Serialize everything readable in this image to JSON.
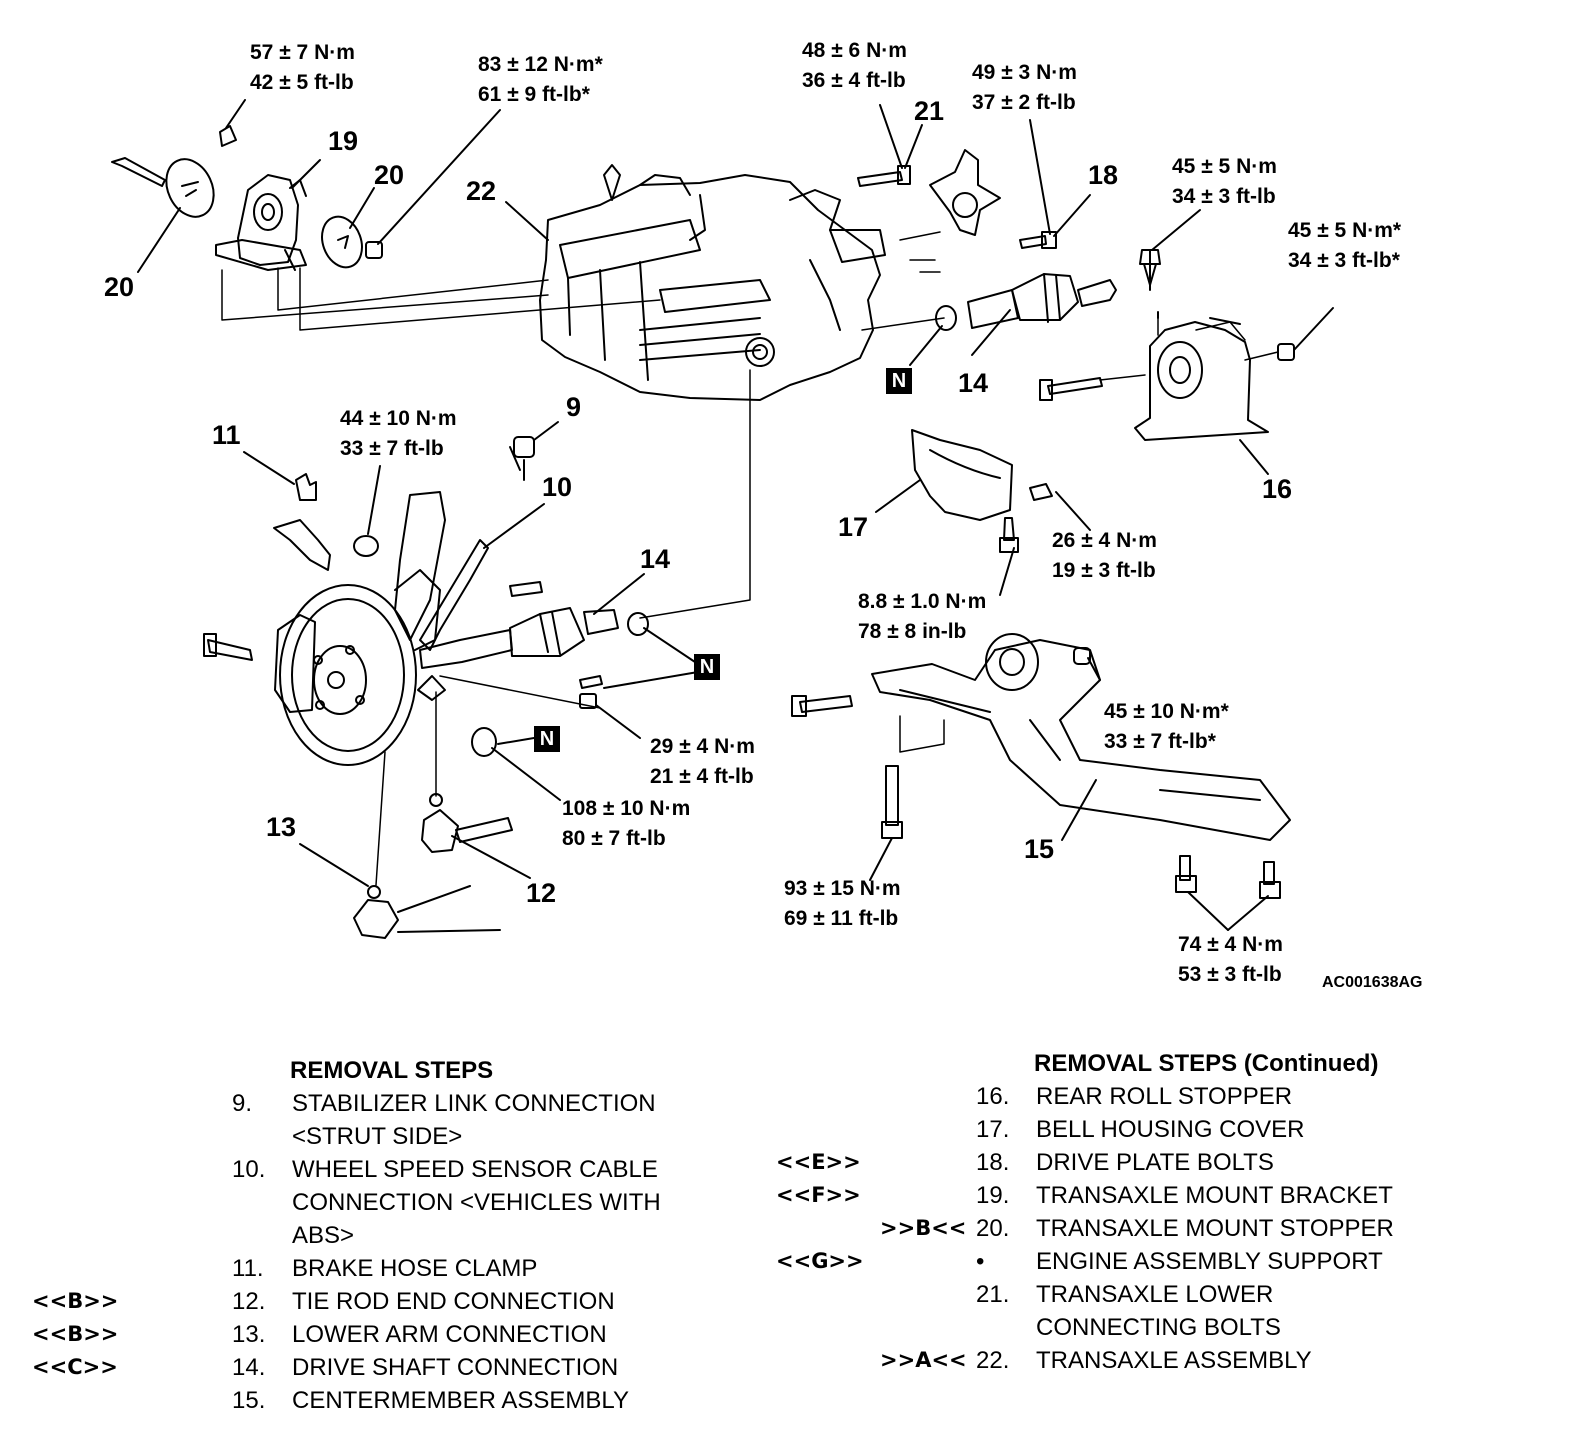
{
  "diagram_id": "AC001638AG",
  "torques": {
    "t57": [
      "57 ± 7 N·m",
      "42 ± 5 ft-lb"
    ],
    "t83": [
      "83 ± 12 N·m*",
      "61 ± 9 ft-lb*"
    ],
    "t48": [
      "48 ± 6 N·m",
      "36 ± 4 ft-lb"
    ],
    "t49": [
      "49 ± 3 N·m",
      "37 ± 2 ft-lb"
    ],
    "t45a": [
      "45 ± 5 N·m",
      "34 ± 3 ft-lb"
    ],
    "t45b": [
      "45 ± 5 N·m*",
      "34 ± 3 ft-lb*"
    ],
    "t44": [
      "44 ± 10 N·m",
      "33 ± 7 ft-lb"
    ],
    "t26": [
      "26 ± 4 N·m",
      "19 ± 3 ft-lb"
    ],
    "t88": [
      "8.8 ± 1.0 N·m",
      "78 ± 8 in-lb"
    ],
    "t45c": [
      "45 ± 10 N·m*",
      "33 ± 7 ft-lb*"
    ],
    "t29": [
      "29 ± 4 N·m",
      "21 ± 4 ft-lb"
    ],
    "t108": [
      "108 ± 10 N·m",
      "80 ± 7 ft-lb"
    ],
    "t93": [
      "93 ± 15 N·m",
      "69 ± 11 ft-lb"
    ],
    "t74": [
      "74 ± 4 N·m",
      "53 ± 3 ft-lb"
    ]
  },
  "callouts": {
    "c19": "19",
    "c20a": "20",
    "c20b": "20",
    "c22": "22",
    "c21": "21",
    "c18": "18",
    "c14a": "14",
    "c14b": "14",
    "c9": "9",
    "c11": "11",
    "c10": "10",
    "c16": "16",
    "c17": "17",
    "c13": "13",
    "c12": "12",
    "c15": "15"
  },
  "n_mark": "N",
  "removal_steps": {
    "title": "REMOVAL STEPS",
    "items": [
      {
        "num": "9.",
        "lines": [
          "STABILIZER LINK CONNECTION",
          "<STRUT SIDE>"
        ],
        "prefix": ""
      },
      {
        "num": "10.",
        "lines": [
          "WHEEL SPEED SENSOR CABLE",
          "CONNECTION <VEHICLES WITH",
          "ABS>"
        ],
        "prefix": ""
      },
      {
        "num": "11.",
        "lines": [
          "BRAKE HOSE CLAMP"
        ],
        "prefix": ""
      },
      {
        "num": "12.",
        "lines": [
          "TIE ROD END CONNECTION"
        ],
        "prefix": "<<B>>"
      },
      {
        "num": "13.",
        "lines": [
          "LOWER ARM CONNECTION"
        ],
        "prefix": "<<B>>"
      },
      {
        "num": "14.",
        "lines": [
          "DRIVE SHAFT CONNECTION"
        ],
        "prefix": "<<C>>"
      },
      {
        "num": "15.",
        "lines": [
          "CENTERMEMBER ASSEMBLY"
        ],
        "prefix": ""
      }
    ]
  },
  "removal_steps_cont": {
    "title": "REMOVAL STEPS (Continued)",
    "items": [
      {
        "num": "16.",
        "lines": [
          "REAR ROLL STOPPER"
        ],
        "prefix": ""
      },
      {
        "num": "17.",
        "lines": [
          "BELL HOUSING COVER"
        ],
        "prefix": ""
      },
      {
        "num": "18.",
        "lines": [
          "DRIVE PLATE BOLTS"
        ],
        "prefix": "<<E>>"
      },
      {
        "num": "19.",
        "lines": [
          "TRANSAXLE MOUNT BRACKET"
        ],
        "prefix": "<<F>>"
      },
      {
        "num": "20.",
        "lines": [
          "TRANSAXLE MOUNT STOPPER"
        ],
        "prefix": ">>B<<"
      },
      {
        "num": "•",
        "lines": [
          "ENGINE ASSEMBLY SUPPORT"
        ],
        "prefix": "<<G>>"
      },
      {
        "num": "21.",
        "lines": [
          "TRANSAXLE LOWER",
          "CONNECTING BOLTS"
        ],
        "prefix": ""
      },
      {
        "num": "22.",
        "lines": [
          "TRANSAXLE ASSEMBLY"
        ],
        "prefix": ">>A<<"
      }
    ]
  }
}
